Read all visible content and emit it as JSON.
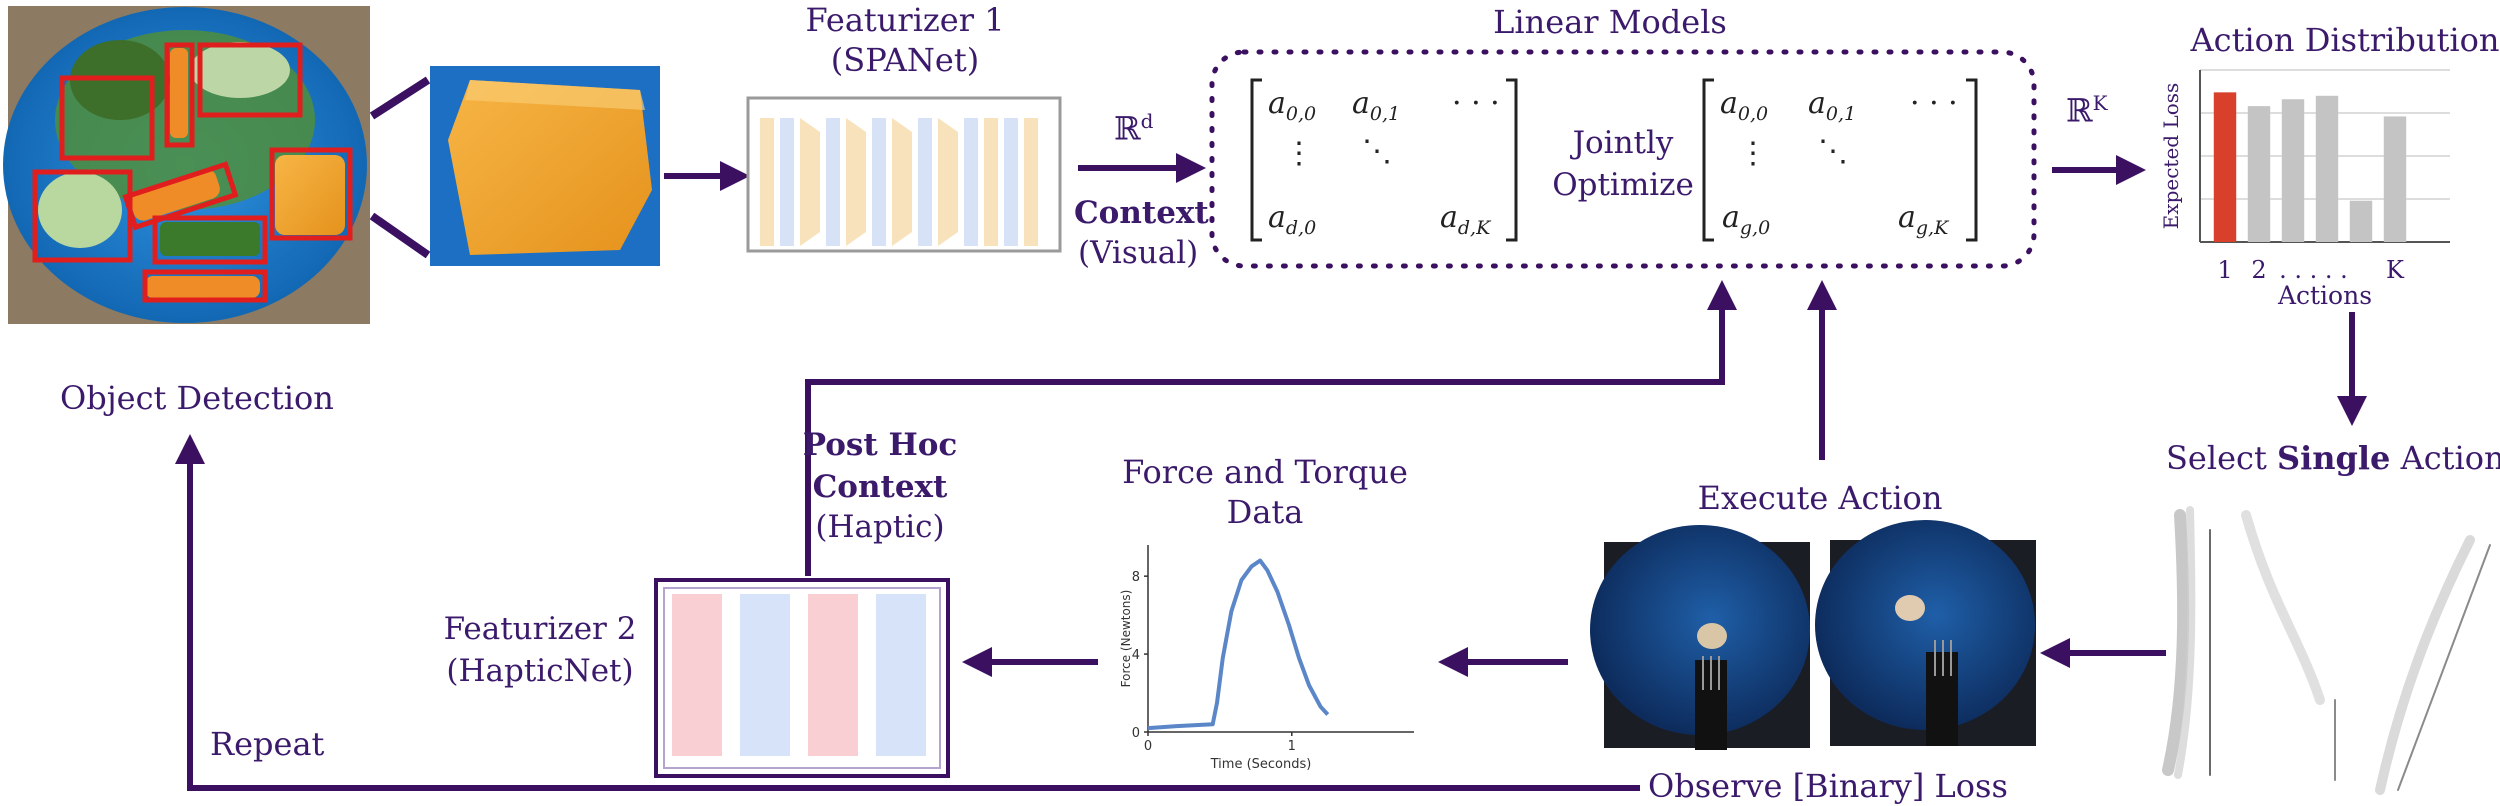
{
  "labels": {
    "featurizer1_title": "Featurizer 1",
    "featurizer1_sub": "(SPANet)",
    "linear_models": "Linear Models",
    "rd": "ℝ",
    "rd_sup": "d",
    "context": "Context",
    "visual": "(Visual)",
    "rk": "ℝ",
    "rk_sup": "K",
    "jointly": "Jointly",
    "optimize": "Optimize",
    "action_distribution": "Action Distribution",
    "object_detection": "Object Detection",
    "post_hoc": "Post Hoc",
    "post_context": "Context",
    "haptic": "(Haptic)",
    "force_torque_1": "Force and Torque",
    "force_torque_2": "Data",
    "execute_action": "Execute Action",
    "select_pre": "Select ",
    "select_bold": "Single",
    "select_post": " Action",
    "featurizer2_title": "Featurizer 2",
    "featurizer2_sub": "(HapticNet)",
    "repeat": "Repeat",
    "observe_loss": "Observe [Binary] Loss"
  },
  "matrix1": {
    "a00": "a",
    "a00_sub": "0,0",
    "a01": "a",
    "a01_sub": "0,1",
    "dots_h": "· · ·",
    "dots_v": "⋮",
    "dots_d": "⋱",
    "ad0": "a",
    "ad0_sub": "d,0",
    "adk": "a",
    "adk_sub": "d,K"
  },
  "matrix2": {
    "a00": "a",
    "a00_sub": "0,0",
    "a01": "a",
    "a01_sub": "0,1",
    "dots_h": "· · ·",
    "dots_v": "⋮",
    "dots_d": "⋱",
    "ag0": "a",
    "ag0_sub": "g,0",
    "agk": "a",
    "agk_sub": "g,K"
  },
  "colors": {
    "arrow": "#3b1060",
    "highlight_bar": "#d9402b",
    "gray_bar": "#c4c4c4",
    "force_line": "#5b86c8",
    "plate": "#1e7fd0"
  },
  "chart_data": [
    {
      "type": "bar",
      "title": "Action Distribution",
      "ylabel": "Expected Loss",
      "xlabel": "Actions",
      "categories": [
        "1",
        "2",
        "",
        "",
        "",
        "",
        "K"
      ],
      "tick_labels_shown": [
        "1",
        "2",
        ". . . . .",
        "K"
      ],
      "values": [
        0.87,
        0.79,
        0.83,
        0.85,
        0.24,
        0.73,
        null
      ],
      "highlight_index": 0,
      "ylim": [
        0,
        1.0
      ],
      "grid": true
    },
    {
      "type": "line",
      "xlabel": "Time (Seconds)",
      "ylabel": "Force (Newtons)",
      "xticks": [
        "0",
        "1"
      ],
      "yticks": [
        "0",
        "4",
        "8"
      ],
      "xlim": [
        0,
        1.85
      ],
      "ylim": [
        0,
        9.6
      ],
      "x": [
        0,
        0.2,
        0.45,
        0.48,
        0.52,
        0.58,
        0.65,
        0.72,
        0.78,
        0.83,
        0.9,
        0.98,
        1.05,
        1.12,
        1.2,
        1.25
      ],
      "y": [
        0.2,
        0.3,
        0.4,
        1.5,
        3.8,
        6.2,
        7.8,
        8.5,
        8.8,
        8.3,
        7.2,
        5.5,
        3.8,
        2.4,
        1.3,
        0.9
      ]
    }
  ]
}
